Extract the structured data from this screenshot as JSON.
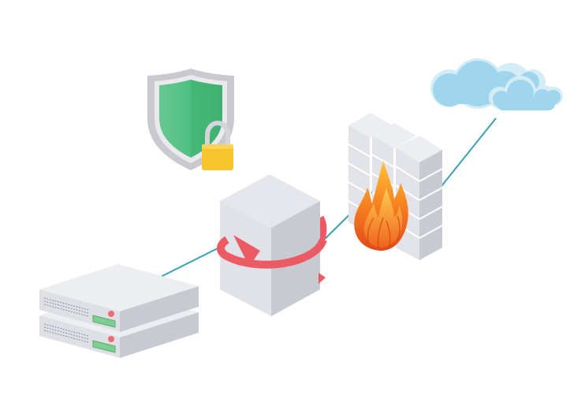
{
  "diagram": {
    "topic": "network-security",
    "nodes": [
      {
        "id": "server-rack",
        "icon": "server-icon"
      },
      {
        "id": "proxy-box",
        "icon": "box-with-circular-arrow-icon"
      },
      {
        "id": "firewall",
        "icon": "firewall-icon"
      },
      {
        "id": "internet",
        "icon": "cloud-icon"
      },
      {
        "id": "security-badge",
        "icon": "shield-lock-icon"
      }
    ],
    "edges": [
      {
        "from": "server-rack",
        "to": "proxy-box"
      },
      {
        "from": "proxy-box",
        "to": "firewall"
      },
      {
        "from": "firewall",
        "to": "internet"
      }
    ]
  },
  "colors": {
    "background": "#ffffff",
    "connector": "#3a9fb0",
    "shield_outer": "#c9c9cf",
    "shield_inner": "#48bd7a",
    "lock": "#f7c62f",
    "box_light": "#e6e7ec",
    "box_dark": "#c8cad1",
    "arrow": "#ec5a64",
    "flame_outer": "#f26b1d",
    "flame_inner": "#ffb22e",
    "cloud": "#9fd6ee",
    "led_green": "#7dcf91",
    "led_red": "#ee6d6d"
  }
}
